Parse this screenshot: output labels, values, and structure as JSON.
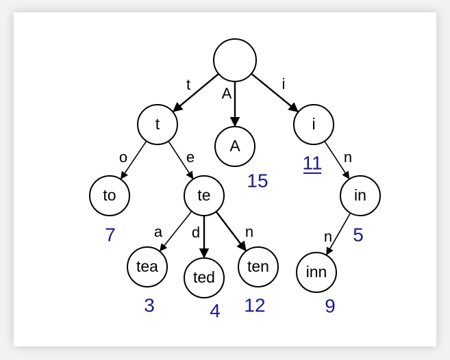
{
  "colors": {
    "node_stroke": "#000000",
    "edge": "#000000",
    "value": "#1a1a8c",
    "background": "#ffffff"
  },
  "nodes": [
    {
      "id": "root",
      "label": ""
    },
    {
      "id": "t",
      "label": "t"
    },
    {
      "id": "A",
      "label": "A",
      "value": "15"
    },
    {
      "id": "i",
      "label": "i",
      "value": "11"
    },
    {
      "id": "to",
      "label": "to",
      "value": "7"
    },
    {
      "id": "te",
      "label": "te"
    },
    {
      "id": "in",
      "label": "in",
      "value": "5"
    },
    {
      "id": "tea",
      "label": "tea",
      "value": "3"
    },
    {
      "id": "ted",
      "label": "ted",
      "value": "4"
    },
    {
      "id": "ten",
      "label": "ten",
      "value": "12"
    },
    {
      "id": "inn",
      "label": "inn",
      "value": "9"
    }
  ],
  "edges": [
    {
      "from": "root",
      "to": "t",
      "label": "t"
    },
    {
      "from": "root",
      "to": "A",
      "label": "A"
    },
    {
      "from": "root",
      "to": "i",
      "label": "i"
    },
    {
      "from": "t",
      "to": "to",
      "label": "o"
    },
    {
      "from": "t",
      "to": "te",
      "label": "e"
    },
    {
      "from": "te",
      "to": "tea",
      "label": "a"
    },
    {
      "from": "te",
      "to": "ted",
      "label": "d"
    },
    {
      "from": "te",
      "to": "ten",
      "label": "n"
    },
    {
      "from": "i",
      "to": "in",
      "label": "n"
    },
    {
      "from": "in",
      "to": "inn",
      "label": "n"
    }
  ]
}
